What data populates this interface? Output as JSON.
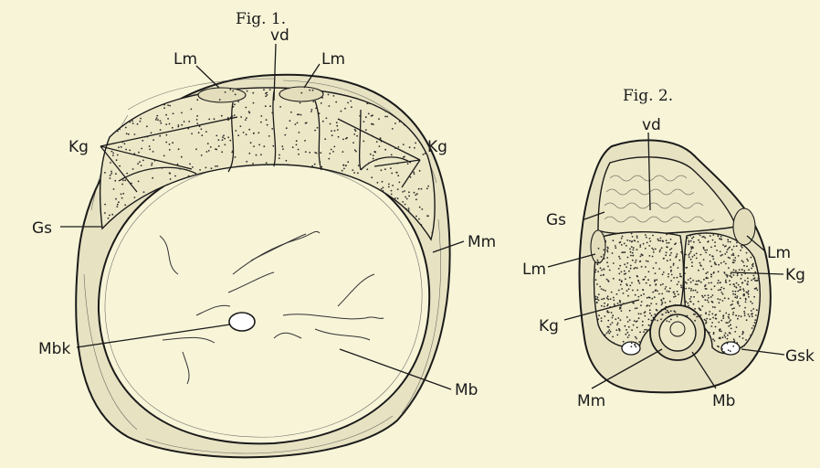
{
  "figures": [
    {
      "caption": "Fig. 1.",
      "labels": {
        "lm_left": "Lm",
        "vd": "vd",
        "lm_right": "Lm",
        "kg_left": "Kg",
        "kg_right": "Kg",
        "gs": "Gs",
        "mm": "Mm",
        "mbk": "Mbk",
        "mb": "Mb"
      }
    },
    {
      "caption": "Fig. 2.",
      "labels": {
        "vd": "vd",
        "gs": "Gs",
        "lm_right": "Lm",
        "lm_left": "Lm",
        "kg_right": "Kg",
        "kg_left": "Kg",
        "gsk": "Gsk",
        "mm": "Mm",
        "mb": "Mb"
      }
    }
  ],
  "colors": {
    "paper": "#f7f4d8",
    "ink": "#1a1a1a",
    "stipple_fill": "#ece7c6"
  }
}
